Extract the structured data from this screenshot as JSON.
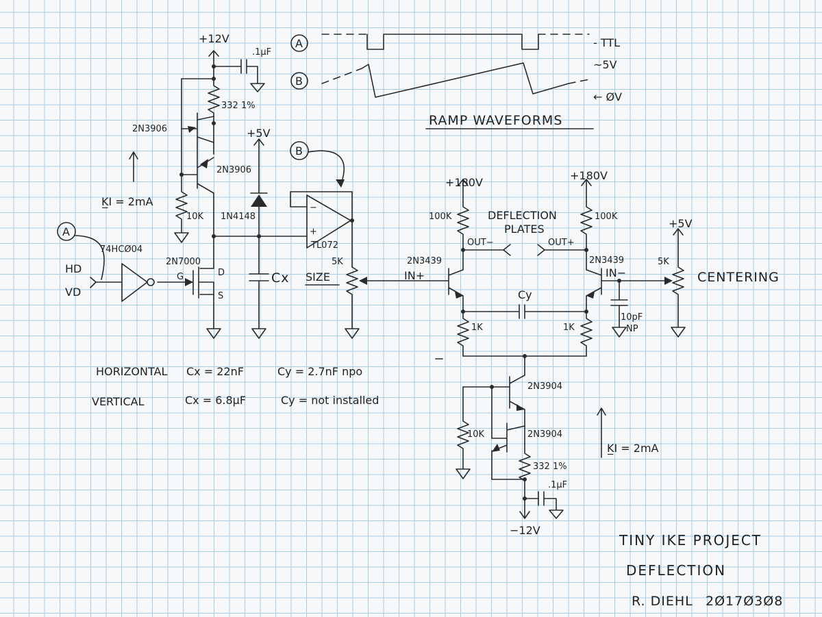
{
  "labels": {
    "supply_plus12": "+12V",
    "cap_top": ".1μF",
    "res_332_top": "332 1%",
    "q_2n3906_a": "2N3906",
    "q_2n3906_b": "2N3906",
    "supply_plus5_left": "+5V",
    "diode": "1N4148",
    "res_10k_left": "10K",
    "ki_left": "K̲I = 2mA",
    "marker_a_input": "A",
    "inverter": "74HCØ04",
    "hd": "HD",
    "vd": "VD",
    "q_2n7000": "2N7000",
    "pin_g": "G",
    "pin_d": "D",
    "pin_s": "S",
    "cap_cx": "Cx",
    "marker_b_opamp": "B",
    "opamp": "TL072",
    "opamp_minus": "−",
    "opamp_plus": "+",
    "pot_5k_size": "5K",
    "size": "SIZE",
    "wave_a_marker": "A",
    "wave_b_marker": "B",
    "ttl": "- TTL",
    "five_v": "~5V",
    "zero_v": "← ØV",
    "ramp_waveforms": "RAMP WAVEFORMS",
    "supply_180_left": "+180V",
    "supply_180_right": "+180V",
    "res_100k_left": "100K",
    "res_100k_right": "100K",
    "deflection": "DEFLECTION",
    "plates": "PLATES",
    "out_minus": "OUT−",
    "out_plus": "OUT+",
    "q_2n3439_left": "2N3439",
    "q_2n3439_right": "2N3439",
    "in_plus": "IN+",
    "in_minus": "IN−",
    "cap_cy": "Cy",
    "res_1k_left": "1K",
    "res_1k_right": "1K",
    "cap_10pf": "10pF",
    "np": "NP",
    "supply_plus5_right": "+5V",
    "pot_5k_centering": "5K",
    "centering": "CENTERING",
    "q_2n3904_a": "2N3904",
    "q_2n3904_b": "2N3904",
    "res_10k_bottom": "10K",
    "res_332_bottom": "332 1%",
    "cap_bottom": ".1μF",
    "supply_minus12": "−12V",
    "ki_right": "K̲I = 2mA",
    "horizontal": "HORIZONTAL",
    "horiz_cx": "Cx = 22nF",
    "horiz_cy": "Cy = 2.7nF npo",
    "vertical": "VERTICAL",
    "vert_cx": "Cx = 6.8μF",
    "vert_cy": "Cy = not installed",
    "title_project": "TINY IKE PROJECT",
    "title_deflection": "DEFLECTION",
    "author": "R. DIEHL",
    "date": "2Ø17Ø3Ø8"
  }
}
